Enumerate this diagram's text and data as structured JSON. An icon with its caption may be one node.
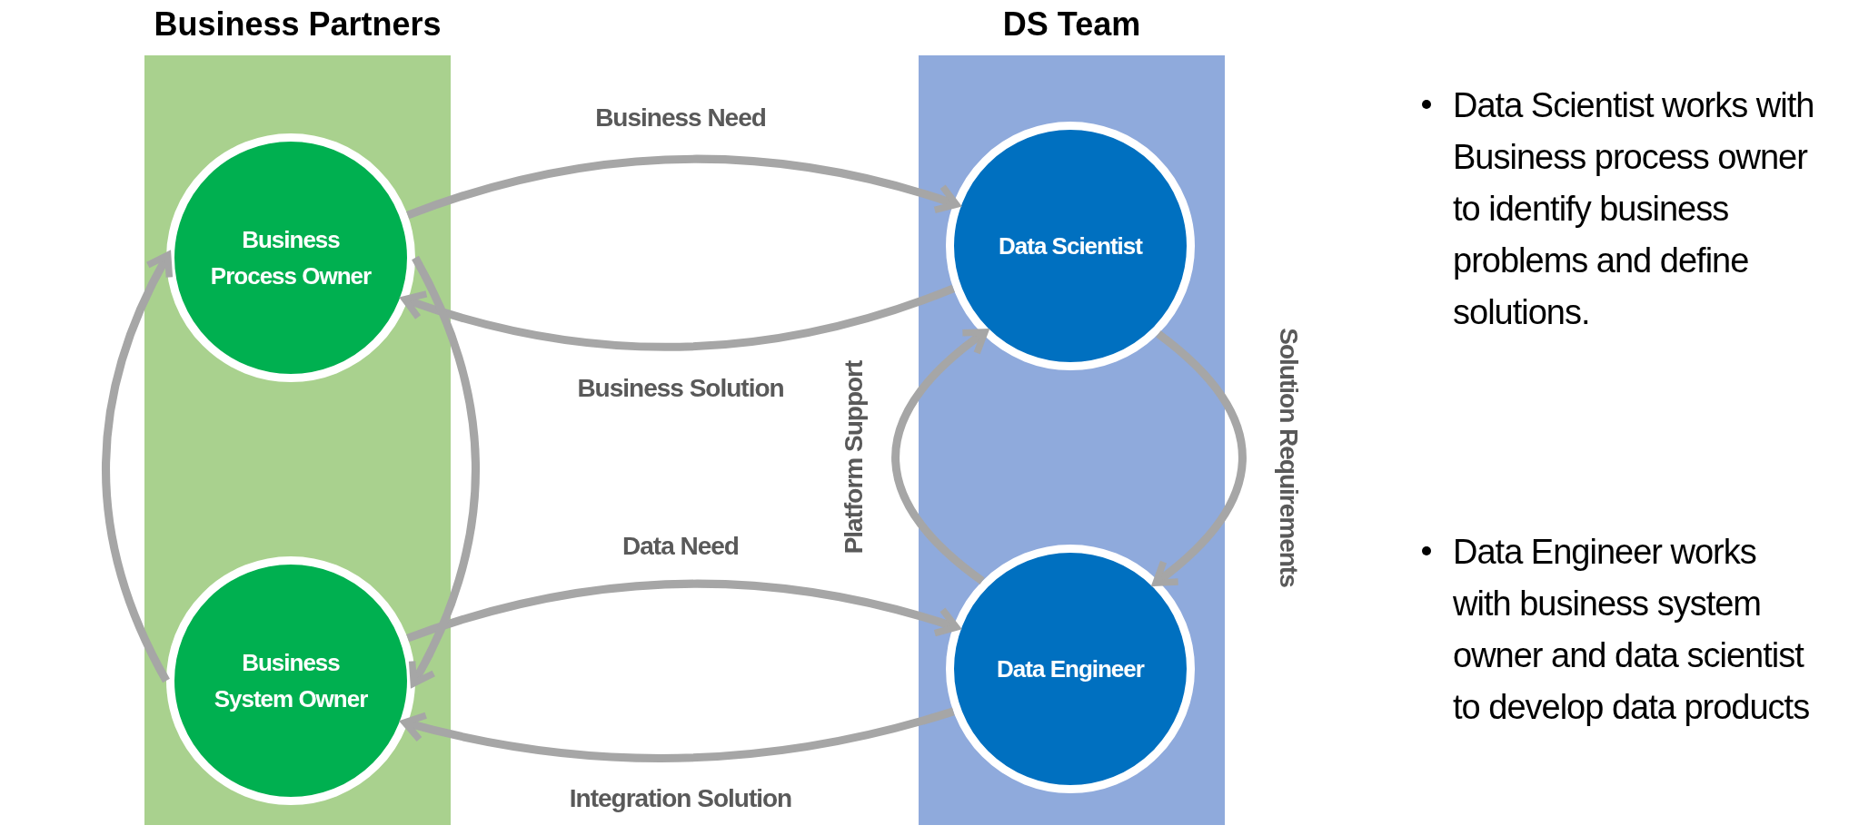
{
  "diagram": {
    "nodes": [
      {
        "text": [
          "Business Partners"
        ]
      },
      {
        "text": [
          "Business Process Owner"
        ],
        "in": 0
      },
      {
        "text": [
          "Business System Owner"
        ],
        "in": 0
      },
      {
        "text": [
          "DS Team"
        ]
      },
      {
        "text": [
          "Data Scientist"
        ],
        "in": 3
      },
      {
        "text": [
          "Data Engineer"
        ],
        "in": 3
      }
    ],
    "edges": [
      {
        "from": 1,
        "to": 4,
        "arrow": "to",
        "label": "Business Need"
      },
      {
        "from": 4,
        "to": 1,
        "arrow": "to",
        "label": "Business Solution"
      },
      {
        "from": 2,
        "to": 5,
        "arrow": "to",
        "label": "Data Need"
      },
      {
        "from": 5,
        "to": 2,
        "arrow": "to",
        "label": "Integration Solution"
      },
      {
        "from": 2,
        "to": 1,
        "arrow": "to"
      },
      {
        "from": 1,
        "to": 2,
        "arrow": "to"
      },
      {
        "from": 5,
        "to": 4,
        "arrow": "to",
        "label": "Platform Support"
      },
      {
        "from": 4,
        "to": 5,
        "arrow": "to",
        "label": "Solution Requirements"
      }
    ],
    "labels": [
      "Data Scientist works with Business process owner to identify business problems and define solutions.",
      "Data Engineer works with business system owner and data scientist to develop data products"
    ]
  }
}
